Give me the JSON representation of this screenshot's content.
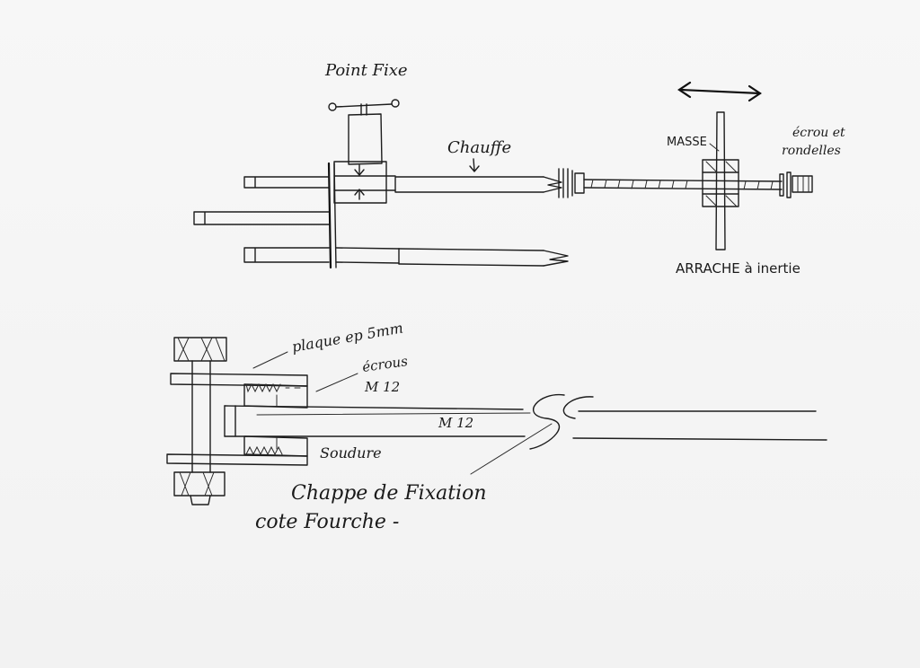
{
  "labels": {
    "point_fixe": "Point Fixe",
    "chauffe": "Chauffe",
    "masse": "MASSE",
    "ecrous_rondelles_1": "écrou et",
    "ecrous_rondelles_2": "rondelles",
    "arrache_inertie": "ARRACHE à inertie",
    "plaques_ep": "plaque ep 5mm",
    "ecrous": "écrous",
    "m12_a": "M 12",
    "m12_b": "M 12",
    "soudure": "Soudure",
    "chappe_1": "Chappe de Fixation",
    "chappe_2": "cote Fourche -"
  },
  "colors": {
    "paper": "#f4f4f4",
    "ink": "#1d1d1d"
  }
}
